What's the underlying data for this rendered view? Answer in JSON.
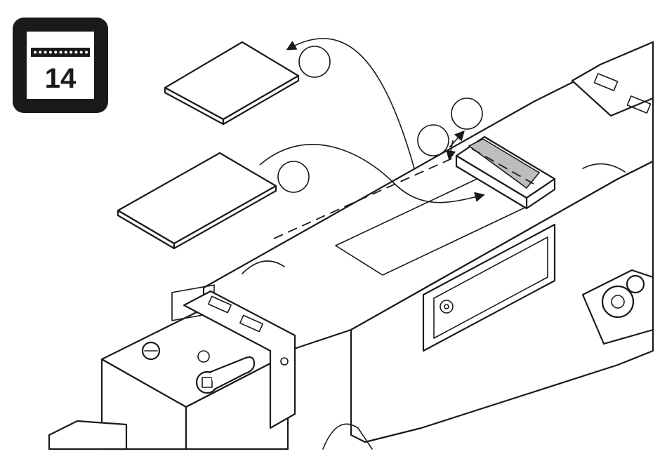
{
  "step_badge": {
    "number": "14",
    "background_color": "#1a1a1a",
    "panel_color": "#ffffff"
  },
  "callout_circles": [
    {
      "name": "callout-circle-top-pad",
      "label": ""
    },
    {
      "name": "callout-circle-lower-pad",
      "label": ""
    },
    {
      "name": "callout-circle-connector-a",
      "label": ""
    },
    {
      "name": "callout-circle-connector-b",
      "label": ""
    }
  ],
  "colors": {
    "line": "#1a1a1a",
    "highlight": "#bdbdbd",
    "fill": "#ffffff"
  }
}
